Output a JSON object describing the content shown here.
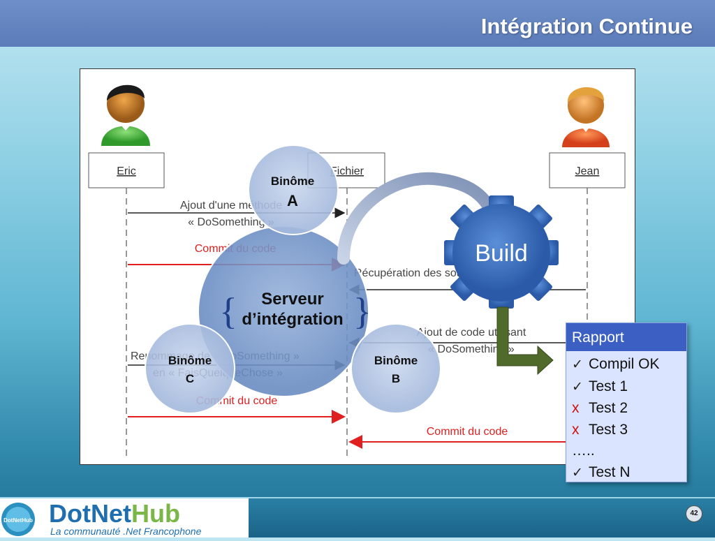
{
  "slide": {
    "title": "Intégration Continue",
    "page_number": "42"
  },
  "diagram": {
    "actors": {
      "left": "Eric",
      "middle": "Fichier",
      "right": "Jean"
    },
    "messages": {
      "m1_line1": "Ajout d'une méthode",
      "m1_line2": "« DoSomething »",
      "m2": "Commit du code",
      "m3": "Récupération des sources",
      "m4_line1": "Ajout de code utilisant",
      "m4_line2": "« DoSomething »",
      "m5_line1": "Renommage de « DoSomething »",
      "m5_line2": "en « FaisQuelqueChose »",
      "m6": "Commit du code",
      "m7": "Commit du code"
    },
    "server": {
      "line1": "Serveur",
      "line2": "d’intégration"
    },
    "binomes": {
      "a_line1": "Binôme",
      "a_line2": "A",
      "b_line1": "Binôme",
      "b_line2": "B",
      "c_line1": "Binôme",
      "c_line2": "C"
    },
    "build_label": "Build"
  },
  "report": {
    "title": "Rapport",
    "items": [
      {
        "mark": "✓",
        "status": "ok",
        "label": "Compil OK"
      },
      {
        "mark": "✓",
        "status": "ok",
        "label": "Test 1"
      },
      {
        "mark": "x",
        "status": "ko",
        "label": "Test 2"
      },
      {
        "mark": "x",
        "status": "ko",
        "label": "Test 3"
      },
      {
        "mark": "",
        "status": "none",
        "label": "….."
      },
      {
        "mark": "✓",
        "status": "ok",
        "label": "Test N"
      }
    ]
  },
  "logo": {
    "name_part1": "DotNet",
    "name_part2": "Hub",
    "tagline": "La communauté .Net Francophone",
    "badge_text": "DotNetHub"
  },
  "colors": {
    "header_blue": "#5b7bb9",
    "commit_red": "#e02020",
    "bubble_blue": "#7f9fcc",
    "gear_blue": "#3f73c0",
    "report_head": "#3b5fc3",
    "arrow_green": "#4f6a2a"
  }
}
